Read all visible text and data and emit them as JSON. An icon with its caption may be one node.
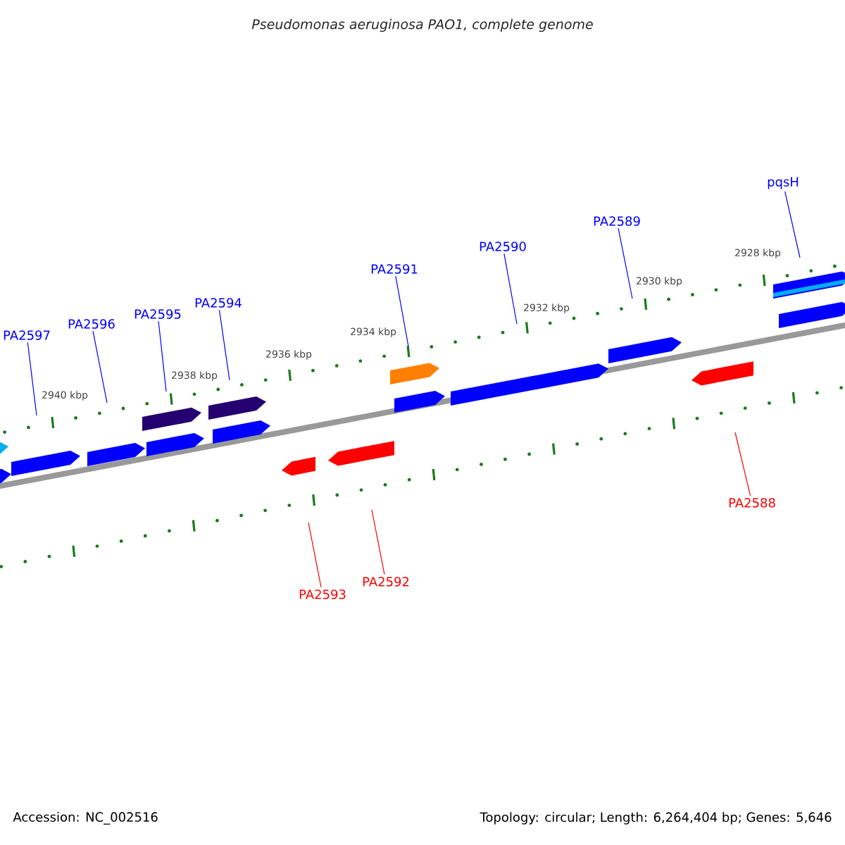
{
  "diagram": {
    "title": "Pseudomonas aeruginosa PAO1, complete genome",
    "nodes": [
      {
        "text": [
          "PA2597"
        ]
      },
      {
        "text": [
          "PA2596"
        ]
      },
      {
        "text": [
          "PA2595"
        ]
      },
      {
        "text": [
          "PA2594"
        ]
      },
      {
        "text": [
          "PA2591"
        ]
      },
      {
        "text": [
          "PA2590"
        ]
      },
      {
        "text": [
          "PA2589"
        ]
      },
      {
        "text": [
          "pqsH"
        ]
      },
      {
        "text": [
          "PA2593"
        ]
      },
      {
        "text": [
          "PA2592"
        ]
      },
      {
        "text": [
          "PA2588"
        ]
      }
    ],
    "edges": [
      {
        "from": 0,
        "to": null,
        "arrow": "none"
      },
      {
        "from": 1,
        "to": null,
        "arrow": "none"
      },
      {
        "from": 2,
        "to": null,
        "arrow": "none"
      },
      {
        "from": 3,
        "to": null,
        "arrow": "none"
      },
      {
        "from": 4,
        "to": null,
        "arrow": "none"
      },
      {
        "from": 5,
        "to": null,
        "arrow": "none"
      },
      {
        "from": 6,
        "to": null,
        "arrow": "none"
      },
      {
        "from": 7,
        "to": null,
        "arrow": "none"
      },
      {
        "from": 8,
        "to": null,
        "arrow": "none",
        "color": "#ff0000"
      },
      {
        "from": 9,
        "to": null,
        "arrow": "none",
        "color": "#ff0000"
      },
      {
        "from": 10,
        "to": null,
        "arrow": "none",
        "color": "#ff0000"
      }
    ],
    "labels": [
      "2940 kbp",
      "2938 kbp",
      "2936 kbp",
      "2934 kbp",
      "2932 kbp",
      "2930 kbp",
      "2928 kbp",
      "Accession: NC_002516",
      "Topology: circular; Length: 6,264,404 bp; Genes: 5,646"
    ]
  }
}
